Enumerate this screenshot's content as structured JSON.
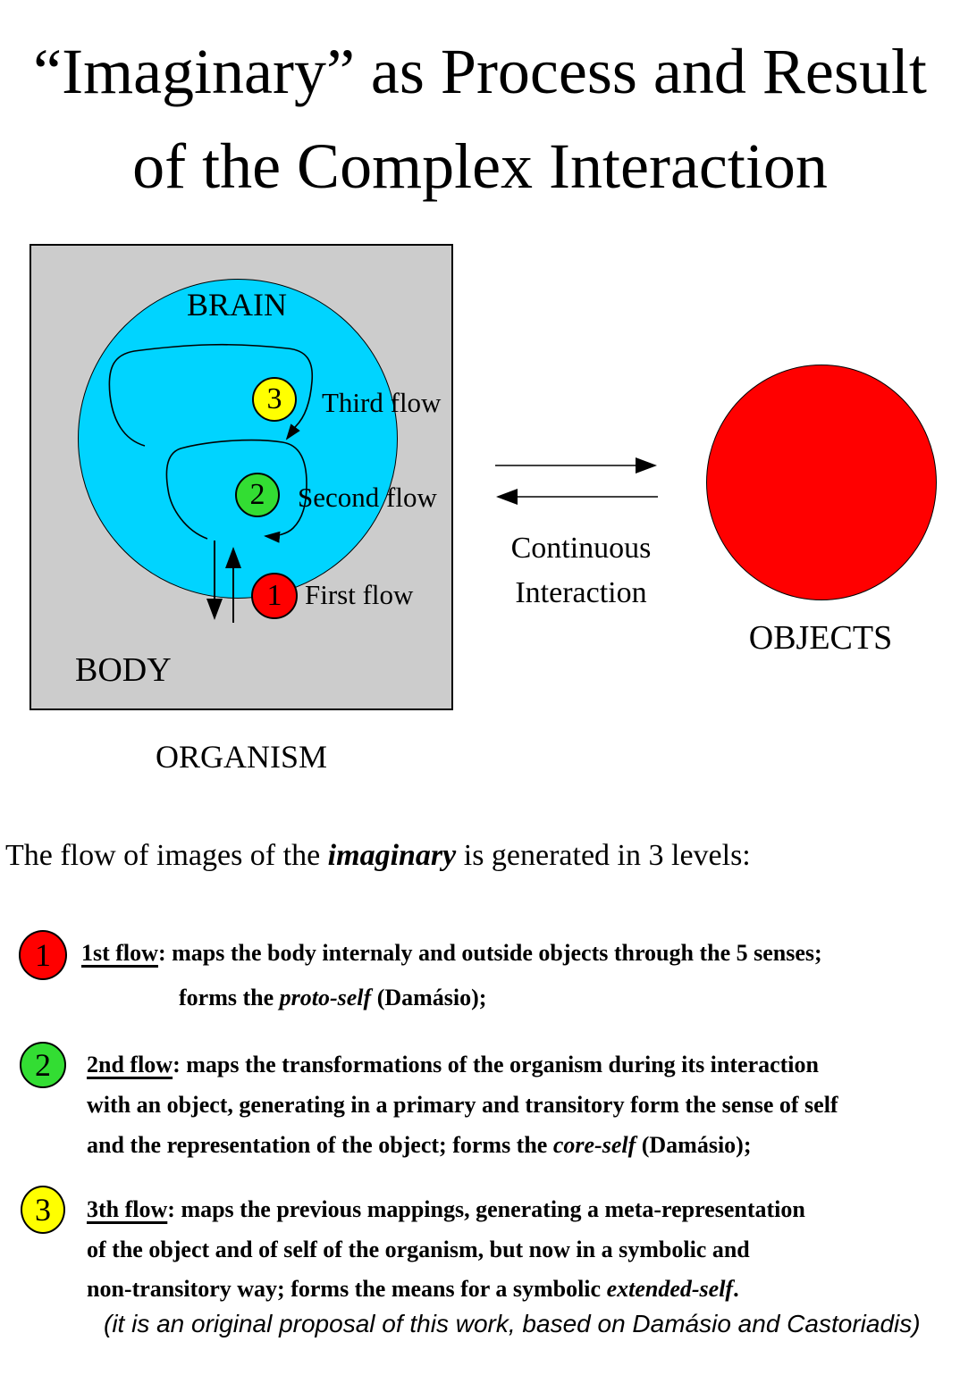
{
  "title": {
    "line1": "“Imaginary” as Process and Result",
    "line2": "of the Complex Interaction"
  },
  "diagram": {
    "organism_label": "ORGANISM",
    "body_label": "BODY",
    "brain_label": "BRAIN",
    "flows": [
      {
        "num": "3",
        "label": "Third flow",
        "color": "#FFFF00"
      },
      {
        "num": "2",
        "label": "Second flow",
        "color": "#33DD33"
      },
      {
        "num": "1",
        "label": "First flow",
        "color": "#FF0000"
      }
    ],
    "interaction": {
      "line1": "Continuous",
      "line2": "Interaction"
    },
    "objects_label": "OBJECTS",
    "colors": {
      "body_fill": "#CCCCCC",
      "brain_fill": "#00D4FF",
      "objects_fill": "#FF0000",
      "flow1": "#FF0000",
      "flow2": "#33DD33",
      "flow3": "#FFFF00"
    }
  },
  "intro": {
    "pre": "The flow of images of the ",
    "em": "imaginary",
    "post": " is generated in 3 levels:"
  },
  "items": [
    {
      "num": "1",
      "color": "#FF0000",
      "head": "1st flow",
      "line1": ": maps the body internaly and outside objects through the 5 senses;",
      "line2_pre": "forms the ",
      "line2_em": "proto-self",
      "line2_post": " (Damásio);"
    },
    {
      "num": "2",
      "color": "#33DD33",
      "head": "2nd flow",
      "line1": ": maps the transformations of the organism during its interaction",
      "line2": "with an object, generating in a primary and transitory form the sense of self",
      "line3_pre": "and the representation of the object; forms the ",
      "line3_em": "core-self",
      "line3_post": " (Damásio);"
    },
    {
      "num": "3",
      "color": "#FFFF00",
      "head": "3th flow",
      "line1": ": maps the previous mappings, generating a meta-representation",
      "line2": "of the object and of self of the organism, but now in a symbolic and",
      "line3_pre": "non-transitory way; forms the means for a symbolic ",
      "line3_em": "extended-self",
      "line3_post": "."
    }
  ],
  "caption": "(it is an original proposal of this work, based on Damásio and Castoriadis)"
}
